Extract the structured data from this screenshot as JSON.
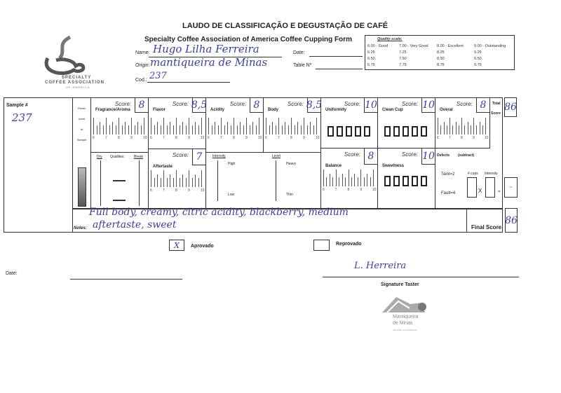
{
  "header": {
    "title": "LAUDO DE CLASSIFICAÇÃO E DEGUSTAÇÃO DE CAFÉ",
    "subtitle": "Specialty Coffee Association of America Coffee Cupping Form"
  },
  "logo": {
    "line1": "SPECIALTY",
    "line2": "COFFEE ASSOCIATION",
    "line3": "OF AMERICA"
  },
  "fields": {
    "name_label": "Name:",
    "name_value": "Hugo Lilha Ferreira",
    "date_label": "Date:",
    "origin_label": "Origin:",
    "origin_value": "mantiqueira de Minas",
    "table_label": "Table Nº",
    "cod_label": "Cod.:",
    "cod_value": "237"
  },
  "quality_scale": {
    "title": "Quality scale:",
    "rows": [
      [
        "6.00 - Good",
        "7.00 - Very Good",
        "8.00 - Excellent",
        "9.00 - Outstanding"
      ],
      [
        "6.25",
        "7.25",
        "8.25",
        "9.25"
      ],
      [
        "6.50",
        "7.50",
        "8.50",
        "9.50"
      ],
      [
        "6.75",
        "7.75",
        "8.75",
        "9.75"
      ]
    ]
  },
  "sample": {
    "label": "Sample #",
    "value": "237"
  },
  "roast": {
    "l1": "Roast",
    "l2": "Level",
    "l3": "of",
    "l4": "Sample"
  },
  "score_label": "Score:",
  "attributes": {
    "fragrance": {
      "label": "Fragrance/Aroma",
      "score": "8",
      "dry": "Dry",
      "qualities": "Qualities:",
      "break": "Break"
    },
    "flavor": {
      "label": "Flavor",
      "score": "8,5"
    },
    "aftertaste": {
      "label": "Aftertaste",
      "score": "7"
    },
    "acidity": {
      "label": "Acidity",
      "score": "8",
      "intensity": "Intensity",
      "high": "High",
      "low": "Low"
    },
    "body": {
      "label": "Body",
      "score": "8,5",
      "level": "Level",
      "heavy": "Heavy",
      "thin": "Thin"
    },
    "uniformity": {
      "label": "Uniformity",
      "score": "10"
    },
    "balance": {
      "label": "Balance",
      "score": "8"
    },
    "clean_cup": {
      "label": "Clean Cup",
      "score": "10"
    },
    "sweetness": {
      "label": "Sweetness",
      "score": "10"
    },
    "overall": {
      "label": "Overal",
      "score": "8"
    }
  },
  "scale_ticks": [
    "6",
    "7",
    "8",
    "9",
    "10"
  ],
  "total": {
    "l1": "Total",
    "l2": "Score",
    "value": "86"
  },
  "defects": {
    "title": "Defects",
    "subtract": "(subtract)",
    "taint": "Taint=2",
    "fault": "Fault=4",
    "cups": "# cups",
    "intensity": "Intensity",
    "x": "X",
    "eq": "=",
    "result": "-"
  },
  "notes": {
    "label": "Notes:",
    "line1": "Full body, creamy, citric acidity, blackberry, medium",
    "line2": "aftertaste, sweet"
  },
  "final": {
    "label": "Final Score",
    "value": "86"
  },
  "approval": {
    "approved_label": "Aprovado",
    "approved_mark": "X",
    "rejected_label": "Reprovado"
  },
  "footer": {
    "date_label": "Date:",
    "signature_label": "Signature Taster",
    "signature": "L. Herreira"
  },
  "brand": {
    "name1": "Mantiqueira",
    "name2": "de Minas",
    "tag": "Indicação de Procedência"
  }
}
